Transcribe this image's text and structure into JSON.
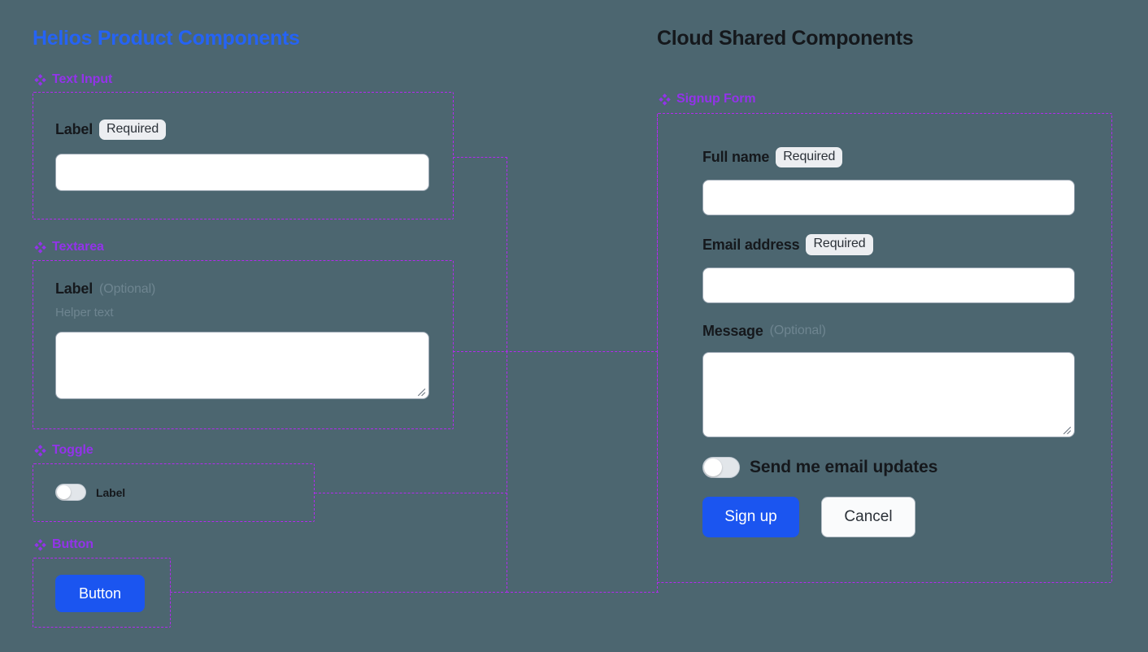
{
  "theme": {
    "background": "#4c6670",
    "left_title_color": "#2563f5",
    "right_title_color": "#15181c",
    "section_label_color": "#9333ea",
    "connector_color": "#b429f0",
    "primary_button_color": "#1b55f0",
    "input_background": "#ffffff",
    "badge_background": "#eceef1",
    "muted_text_color": "#6e8590"
  },
  "left_panel": {
    "title": "Helios Product Components",
    "sections": [
      {
        "icon": "component-diamond-icon",
        "label": "Text Input",
        "field": {
          "label": "Label",
          "badge": "Required",
          "value": "",
          "placeholder": ""
        }
      },
      {
        "icon": "component-diamond-icon",
        "label": "Textarea",
        "field": {
          "label": "Label",
          "optional": "(Optional)",
          "helper": "Helper text",
          "value": "",
          "placeholder": ""
        }
      },
      {
        "icon": "component-diamond-icon",
        "label": "Toggle",
        "field": {
          "label": "Label",
          "state": "off"
        }
      },
      {
        "icon": "component-diamond-icon",
        "label": "Button",
        "field": {
          "label": "Button"
        }
      }
    ]
  },
  "right_panel": {
    "title": "Cloud Shared Components",
    "section": {
      "icon": "component-diamond-icon",
      "label": "Signup Form"
    },
    "form": {
      "fields": [
        {
          "label": "Full name",
          "badge": "Required",
          "value": "",
          "placeholder": "",
          "type": "text"
        },
        {
          "label": "Email address",
          "badge": "Required",
          "value": "",
          "placeholder": "",
          "type": "text"
        },
        {
          "label": "Message",
          "optional": "(Optional)",
          "value": "",
          "placeholder": "",
          "type": "textarea"
        }
      ],
      "toggle": {
        "label": "Send me email updates",
        "state": "off"
      },
      "submit_label": "Sign up",
      "cancel_label": "Cancel"
    }
  }
}
